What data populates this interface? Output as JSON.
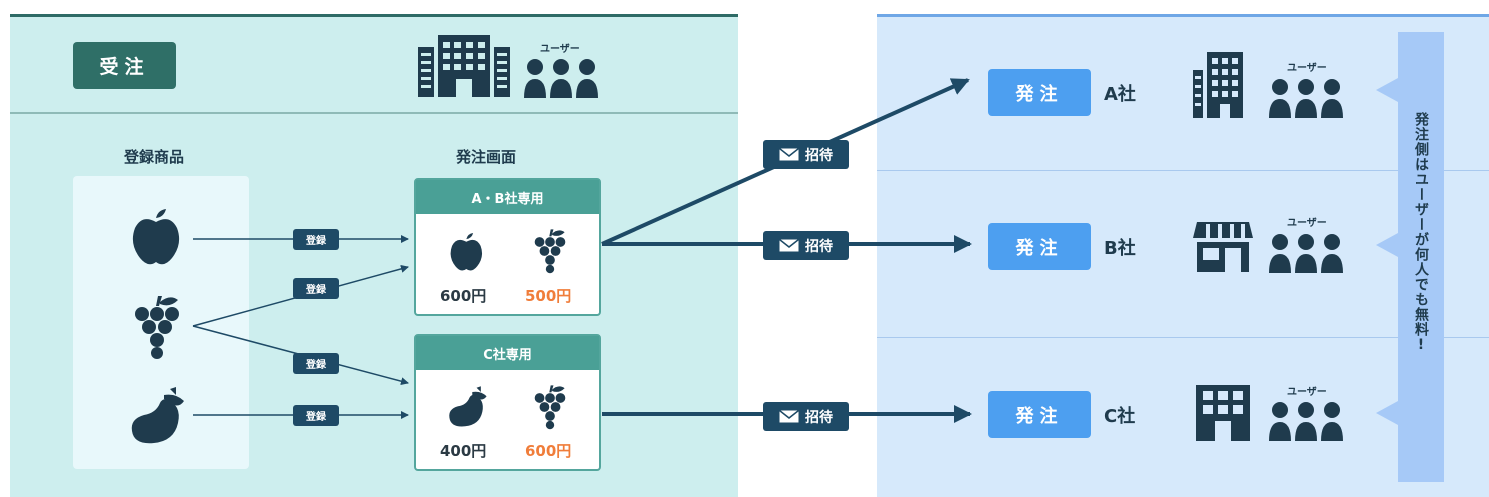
{
  "left_section": {
    "badge": "受注",
    "user_label": "ユーザー",
    "registered_products_label": "登録商品",
    "order_screen_label": "発注画面",
    "products": [
      "apple-icon",
      "grape-icon",
      "eggplant-icon"
    ],
    "register_tag": "登録",
    "cards": [
      {
        "title": "A・B社専用",
        "items": [
          {
            "icon": "apple-icon",
            "price": "600円",
            "highlight": false
          },
          {
            "icon": "grape-icon",
            "price": "500円",
            "highlight": true
          }
        ]
      },
      {
        "title": "C社専用",
        "items": [
          {
            "icon": "eggplant-icon",
            "price": "400円",
            "highlight": false
          },
          {
            "icon": "grape-icon",
            "price": "600円",
            "highlight": true
          }
        ]
      }
    ]
  },
  "invite_tag": "招待",
  "right_section": {
    "order_button": "発注",
    "user_label": "ユーザー",
    "companies": [
      {
        "name": "A社",
        "icon": "office-building-icon"
      },
      {
        "name": "B社",
        "icon": "storefront-icon"
      },
      {
        "name": "C社",
        "icon": "building-icon"
      }
    ],
    "banner_text": "発注側はユーザーが何人でも無料!"
  },
  "colors": {
    "left_bg": "#cdeeee",
    "right_bg": "#d6e9fb",
    "dark_navy": "#1e4a66",
    "teal": "#4aa096",
    "blue_button": "#4d9ff0",
    "orange_price": "#f07d3a"
  }
}
